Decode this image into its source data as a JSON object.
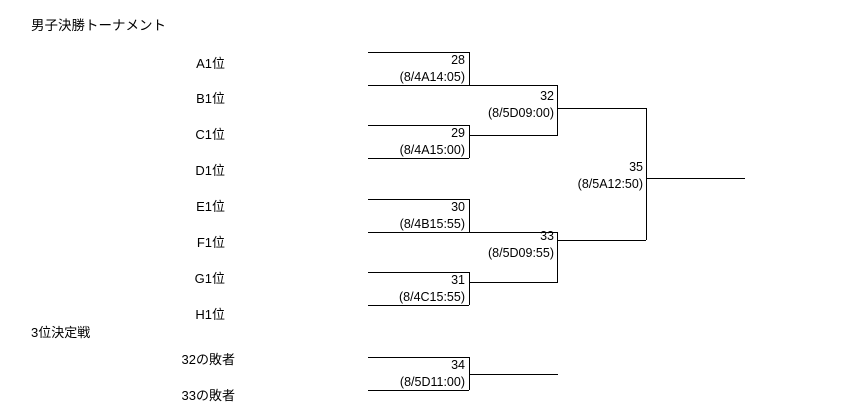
{
  "page": {
    "title": "男子決勝トーナメント",
    "third_place_heading": "3位決定戦"
  },
  "seeds": [
    {
      "label": "A1位"
    },
    {
      "label": "B1位"
    },
    {
      "label": "C1位"
    },
    {
      "label": "D1位"
    },
    {
      "label": "E1位"
    },
    {
      "label": "F1位"
    },
    {
      "label": "G1位"
    },
    {
      "label": "H1位"
    }
  ],
  "third_place_entrants": [
    {
      "label": "32の敗者"
    },
    {
      "label": "33の敗者"
    }
  ],
  "bracket": {
    "round1": [
      {
        "number": "28",
        "time": "(8/4A14:05)"
      },
      {
        "number": "29",
        "time": "(8/4A15:00)"
      },
      {
        "number": "30",
        "time": "(8/4B15:55)"
      },
      {
        "number": "31",
        "time": "(8/4C15:55)"
      }
    ],
    "round2": [
      {
        "number": "32",
        "time": "(8/5D09:00)"
      },
      {
        "number": "33",
        "time": "(8/5D09:55)"
      }
    ],
    "final": [
      {
        "number": "35",
        "time": "(8/5A12:50)"
      }
    ],
    "third_place": [
      {
        "number": "34",
        "time": "(8/5D11:00)"
      }
    ]
  },
  "chart_data": {
    "type": "diagram",
    "title": "男子決勝トーナメント",
    "structure": "single-elimination bracket, 8 entrants, plus third place playoff",
    "entrants": [
      "A1位",
      "B1位",
      "C1位",
      "D1位",
      "E1位",
      "F1位",
      "G1位",
      "H1位"
    ],
    "matches": [
      {
        "number": "28",
        "round": 1,
        "time": "(8/4A14:05)",
        "entrants": [
          "A1位",
          "B1位"
        ]
      },
      {
        "number": "29",
        "round": 1,
        "time": "(8/4A15:00)",
        "entrants": [
          "C1位",
          "D1位"
        ]
      },
      {
        "number": "30",
        "round": 1,
        "time": "(8/4B15:55)",
        "entrants": [
          "E1位",
          "F1位"
        ]
      },
      {
        "number": "31",
        "round": 1,
        "time": "(8/4C15:55)",
        "entrants": [
          "G1位",
          "H1位"
        ]
      },
      {
        "number": "32",
        "round": 2,
        "time": "(8/5D09:00)",
        "entrants": [
          "28の勝者",
          "29の勝者"
        ]
      },
      {
        "number": "33",
        "round": 2,
        "time": "(8/5D09:55)",
        "entrants": [
          "30の勝者",
          "31の勝者"
        ]
      },
      {
        "number": "35",
        "round": 3,
        "time": "(8/5A12:50)",
        "entrants": [
          "32の勝者",
          "33の勝者"
        ]
      },
      {
        "number": "34",
        "round": "third-place",
        "time": "(8/5D11:00)",
        "entrants": [
          "32の敗者",
          "33の敗者"
        ]
      }
    ]
  }
}
